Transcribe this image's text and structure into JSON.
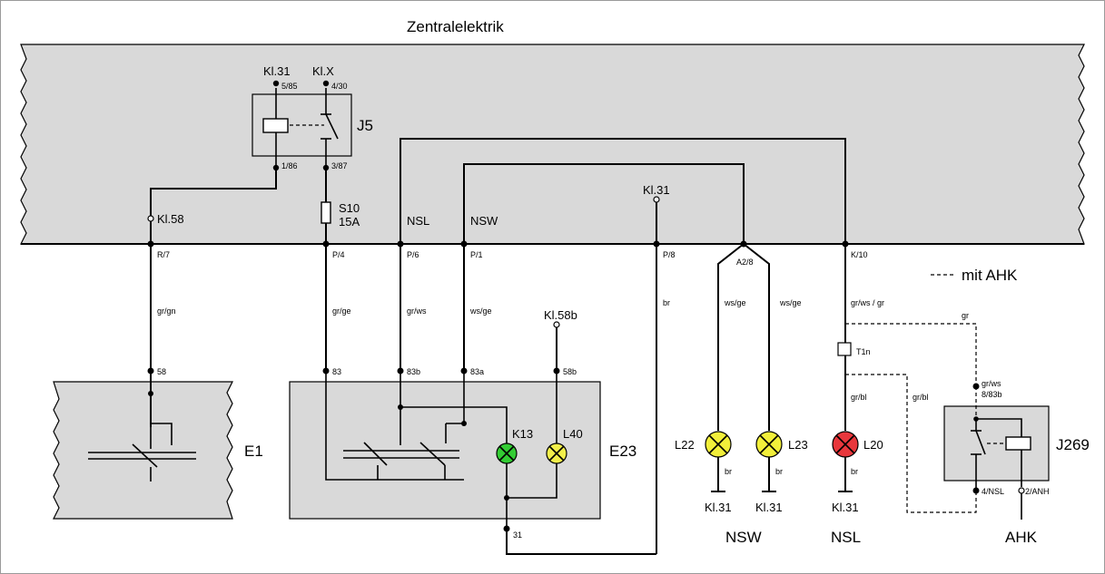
{
  "title": "Zentralelektrik",
  "legend": {
    "label": "mit AHK"
  },
  "relay_j5": {
    "name": "J5",
    "top_left": "Kl.31",
    "top_left_pin": "5/85",
    "top_right": "Kl.X",
    "top_right_pin": "4/30",
    "bottom_left_pin": "1/86",
    "bottom_right_pin": "3/87"
  },
  "fuse": {
    "name": "S10",
    "rating": "15A"
  },
  "terminals": {
    "kl58": "Kl.58",
    "kl31_top": "Kl.31",
    "kl58b": "Kl.58b",
    "nsl": "NSL",
    "nsw": "NSW"
  },
  "pins": {
    "r7": "R/7",
    "p4": "P/4",
    "p6": "P/6",
    "p1": "P/1",
    "p8": "P/8",
    "a28": "A2/8",
    "k10": "K/10"
  },
  "wire_colors": {
    "gr_gn": "gr/gn",
    "gr_ge": "gr/ge",
    "gr_ws": "gr/ws",
    "ws_ge": "ws/ge",
    "br": "br",
    "ws_ge_l22": "ws/ge",
    "ws_ge_l23": "ws/ge",
    "gr_ws_gr": "gr/ws / gr",
    "gr": "gr",
    "gr_bl": "gr/bl",
    "gr_bl_l20": "gr/bl",
    "gr_ws_j269": "gr/ws",
    "br_l22": "br",
    "br_l23": "br",
    "br_l20": "br"
  },
  "connector": {
    "name": "T1n"
  },
  "e1": {
    "name": "E1",
    "pin": "58"
  },
  "e23": {
    "name": "E23",
    "pin83": "83",
    "pin83b": "83b",
    "pin83a": "83a",
    "pin58b": "58b",
    "pin31": "31"
  },
  "lamps": {
    "k13": {
      "name": "K13",
      "color": "#33cc33"
    },
    "l40": {
      "name": "L40",
      "color": "#f2ef4a"
    },
    "l22": {
      "name": "L22",
      "color": "#f2ef3a",
      "ground": "Kl.31"
    },
    "l23": {
      "name": "L23",
      "color": "#f2ef3a",
      "ground": "Kl.31"
    },
    "l20": {
      "name": "L20",
      "color": "#e8373c",
      "ground": "Kl.31"
    }
  },
  "j269": {
    "name": "J269",
    "pin_top": "8/83b",
    "pin_left": "4/NSL",
    "pin_right": "2/ANH"
  },
  "groups": {
    "nsw": "NSW",
    "nsl": "NSL",
    "ahk": "AHK"
  }
}
